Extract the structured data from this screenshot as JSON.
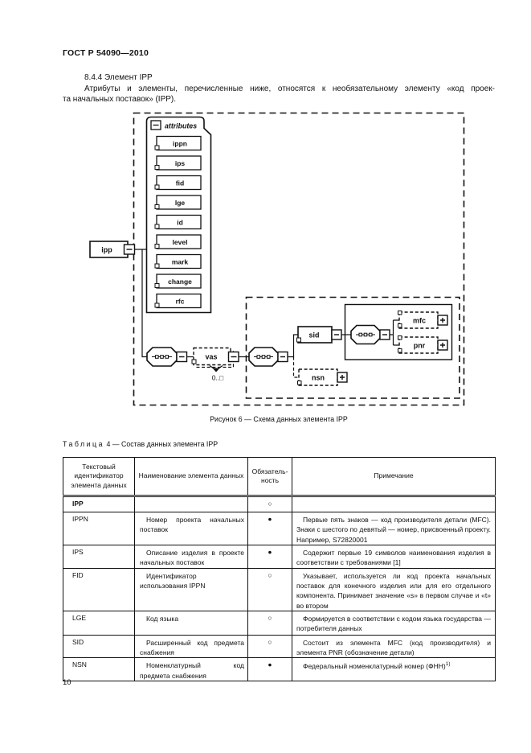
{
  "page": {
    "header": "ГОСТ Р 54090—2010",
    "section_title": "8.4.4  Элемент IPP",
    "intro_line1": "Атрибуты и элементы, перечисленные ниже, относятся к необязательному элементу «код проек-",
    "intro_line2": "та начальных поставок» (IPP).",
    "page_number": "10"
  },
  "figure": {
    "caption": "Рисунок 6 — Схема данных элемента IPP",
    "root_label": "ipp",
    "attributes_label": "attributes",
    "attributes": [
      "ippn",
      "ips",
      "fid",
      "lge",
      "id",
      "level",
      "mark",
      "change",
      "rfc"
    ],
    "vas_label": "vas",
    "vas_multiplicity": "0..□",
    "sid_label": "sid",
    "mfc_label": "mfc",
    "pnr_label": "pnr",
    "nsn_label": "nsn"
  },
  "table": {
    "title_word": "Таблица",
    "title_rest": "4 — Состав данных элемента IPP",
    "headers": [
      "Текстовый идентификатор элемента данных",
      "Наименование элемента данных",
      "Обязатель­ность",
      "Примечание"
    ],
    "rows": [
      {
        "id": "IPP",
        "name": "",
        "mandatory": "○",
        "note": ""
      },
      {
        "id": "IPPN",
        "name": "Номер проекта начальных поставок",
        "mandatory": "●",
        "note": "Первые пять знаков — код производителя детали (MFC). Знаки с шестого по девятый — номер, присвоенный проекту. Например, S72820001"
      },
      {
        "id": "IPS",
        "name": "Описание изделия в проекте начальных поставок",
        "mandatory": "●",
        "note": "Содержит первые 19 символов наименования изделия в соответствии с требованиями [1]"
      },
      {
        "id": "FID",
        "name": "Идентификатор использования IPPN",
        "mandatory": "○",
        "note": "Указывает, используется ли код проекта начальных поставок для конечного изделия или для его отдельного компонента. Принимает значение «s» в первом случае и «t» во втором"
      },
      {
        "id": "LGE",
        "name": "Код языка",
        "mandatory": "○",
        "note": "Формируется в соответствии с кодом языка государства — потребителя данных"
      },
      {
        "id": "SID",
        "name": "Расширенный код предмета снабжения",
        "mandatory": "○",
        "note": "Состоит из элемента MFC (код производителя) и элемента PNR (обозначение детали)"
      },
      {
        "id": "NSN",
        "name": "Номенклатурный код предмета снабжения",
        "mandatory": "●",
        "note": "Федеральный номенклатурный номер (ФНН)",
        "note_sup": "1)"
      }
    ]
  }
}
